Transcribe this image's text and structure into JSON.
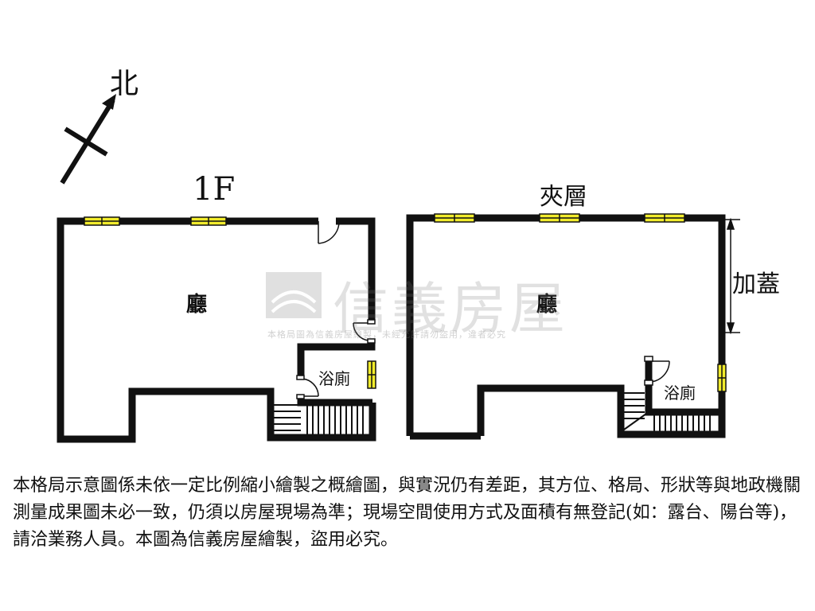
{
  "north": {
    "label": "北"
  },
  "floor1": {
    "title": "1F",
    "hall_label": "廳",
    "bath_label": "浴廁"
  },
  "mezzanine": {
    "title": "夾層",
    "hall_label": "廳",
    "bath_label": "浴廁",
    "addon_label": "加蓋"
  },
  "watermark": {
    "brand": "信義房屋",
    "notice": "本格局圖為信義房屋繪製，未經允許請勿盜用，違者必究"
  },
  "disclaimer": "本格局示意圖係未依一定比例縮小繪製之概繪圖，與實況仍有差距，其方位、格局、形狀等與地政機關測量成果圖未必一致，仍須以房屋現場為準；現場空間使用方式及面積有無登記(如：露台、陽台等)，請洽業務人員。本圖為信義房屋繪製，盜用必究。",
  "colors": {
    "wall": "#111111",
    "window": "#f2ec2c",
    "watermark": "#9a9a9a"
  }
}
